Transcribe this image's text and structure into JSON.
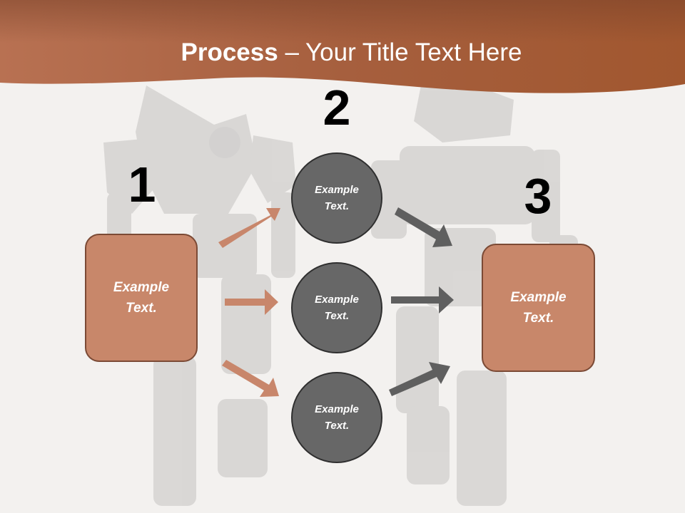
{
  "title": {
    "bold": "Process",
    "rest": " – Your Title Text Here"
  },
  "steps": [
    {
      "number": "1",
      "text": "Example\nText."
    },
    {
      "number": "2",
      "items": [
        "Example\nText.",
        "Example\nText.",
        "Example\nText."
      ]
    },
    {
      "number": "3",
      "text": "Example\nText."
    }
  ],
  "colors": {
    "header_band": "#a9603f",
    "box_fill": "#c8876a",
    "box_border": "#7b4a35",
    "circle_fill": "#676767",
    "arrow_left": "#c8866b",
    "arrow_right": "#5f5f5f"
  },
  "background_image": "faded-robots-photo"
}
